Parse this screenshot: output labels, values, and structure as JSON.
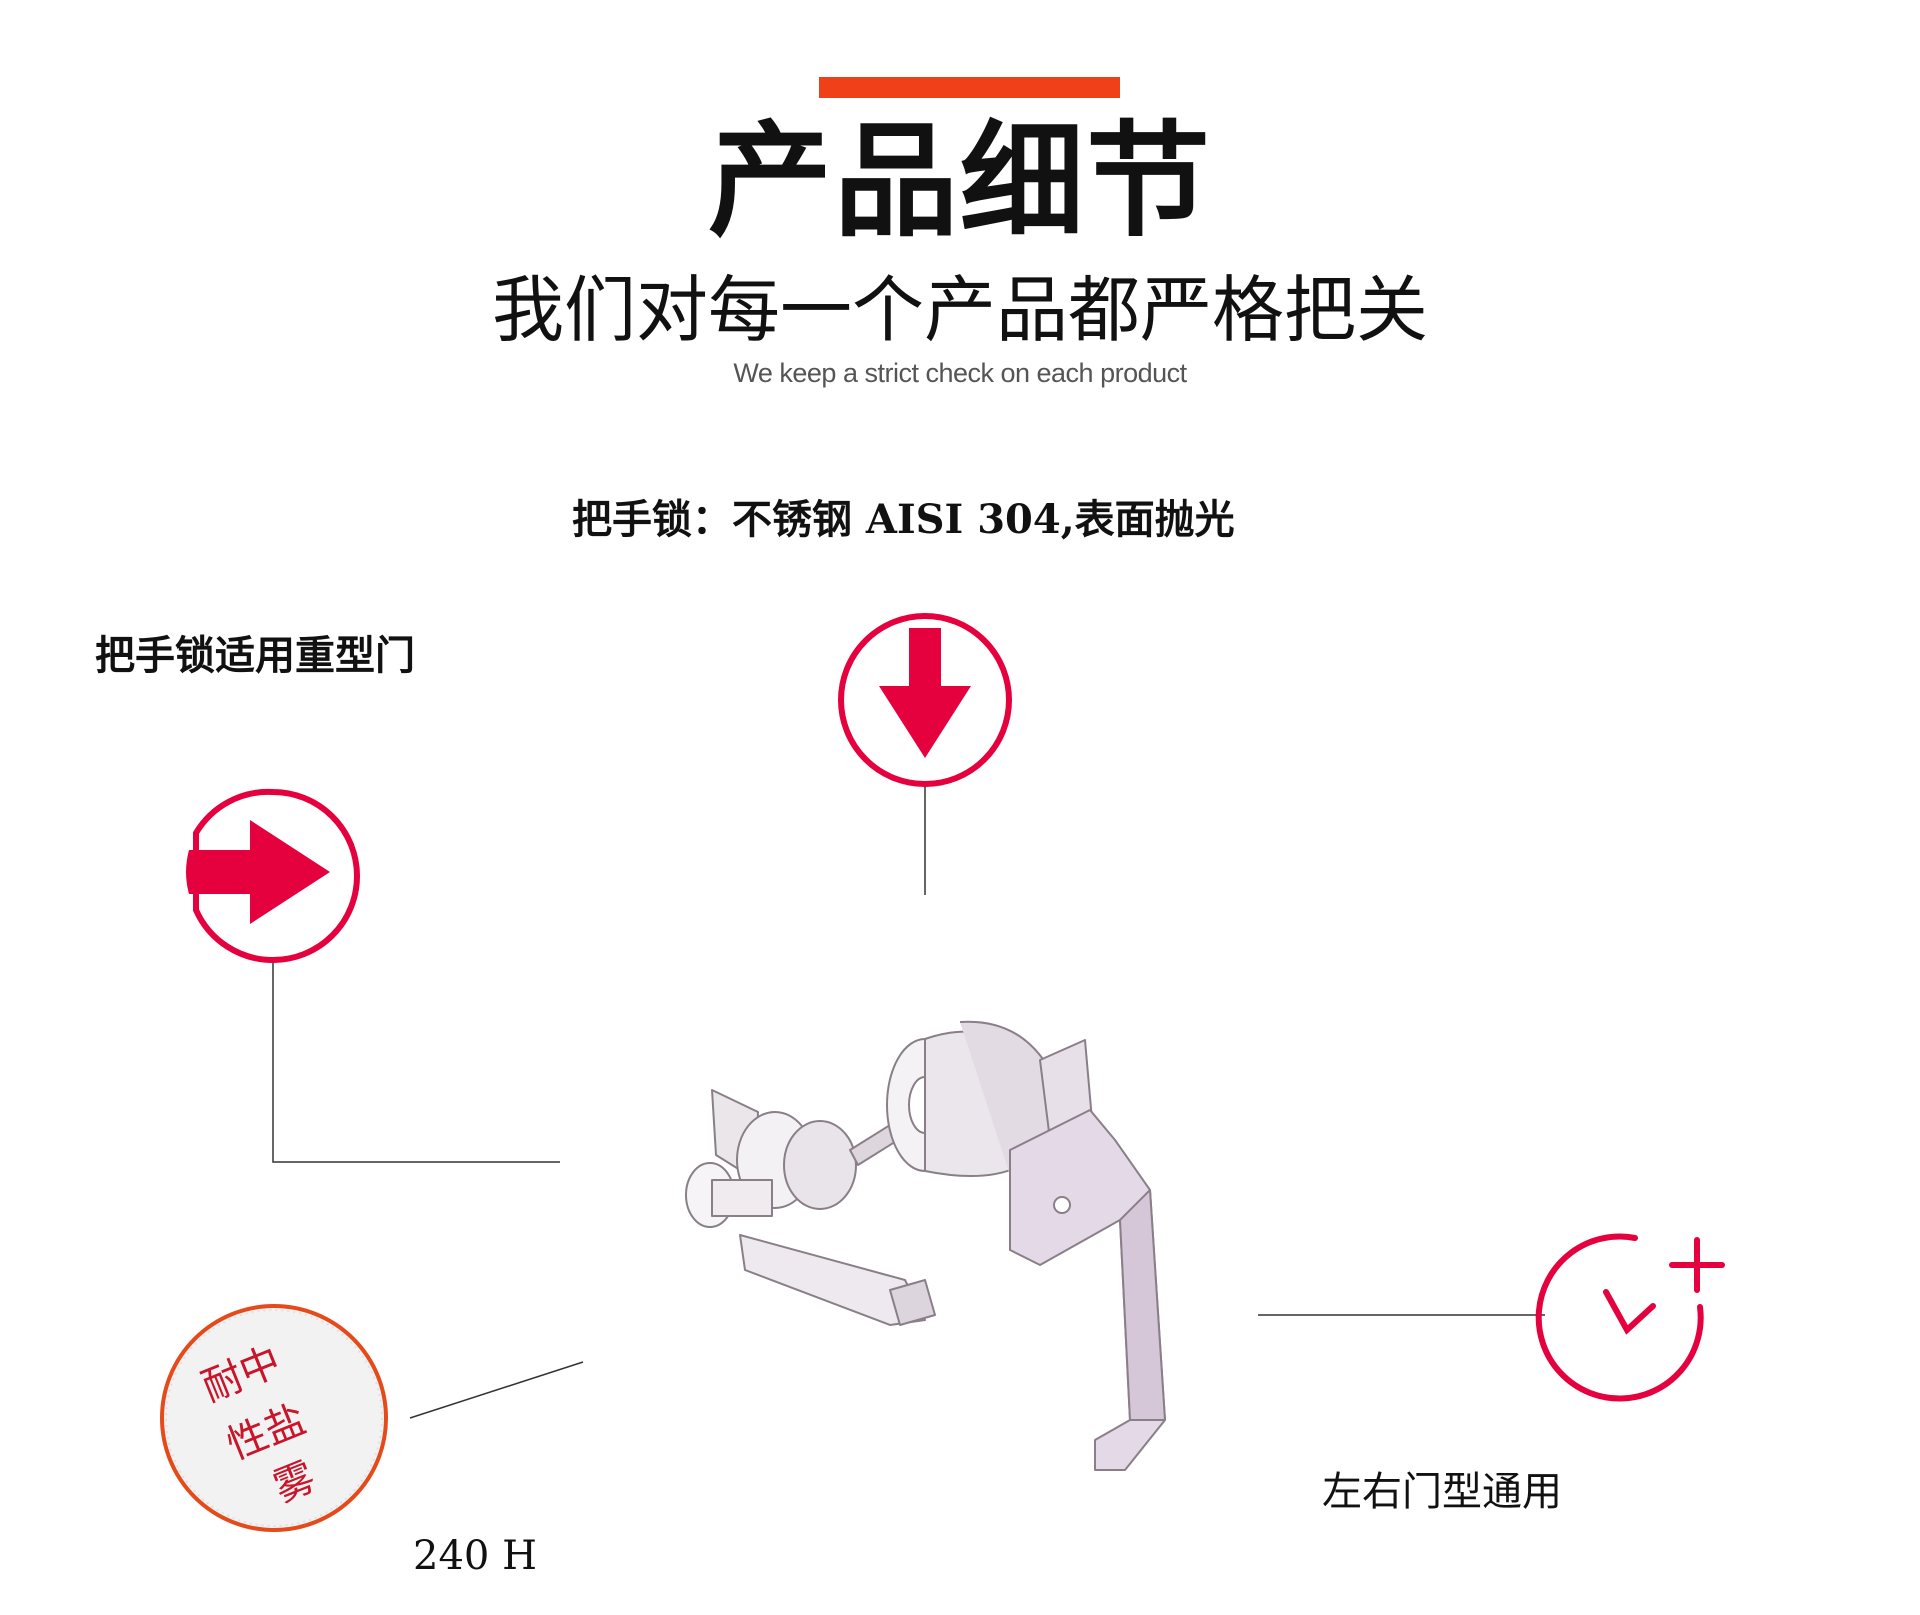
{
  "header": {
    "title": "产品细节",
    "subtitle": "我们对每一个产品都严格把关",
    "subtitle_en": "We keep a strict check on each product"
  },
  "spec": {
    "text": "把手锁：不锈钢 AISI 304,表面抛光"
  },
  "callouts": {
    "heavy_door": "把手锁适用重型门",
    "door_type": "左右门型通用",
    "salt_spray_badge_line1": "耐中",
    "salt_spray_badge_line2": "性盐",
    "salt_spray_badge_line3": "雾",
    "salt_spray_hours": "240 H"
  },
  "colors": {
    "accent_bar": "#f0401a",
    "icon_red": "#e5003e",
    "badge_text": "#c8152a"
  },
  "icons": [
    "arrow-right-icon",
    "arrow-down-icon",
    "clock-plus-icon",
    "salt-spray-badge"
  ]
}
